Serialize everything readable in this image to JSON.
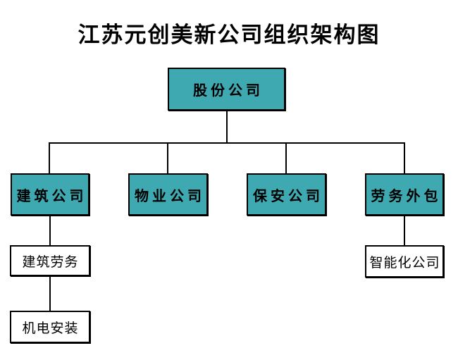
{
  "title": "江苏元创美新公司组织架构图",
  "org_chart": {
    "root": {
      "label": "股份公司"
    },
    "departments": [
      {
        "label": "建筑公司"
      },
      {
        "label": "物业公司"
      },
      {
        "label": "保安公司"
      },
      {
        "label": "劳务外包"
      }
    ],
    "construction_subsidiaries": [
      {
        "label": "建筑劳务"
      },
      {
        "label": "机电安装"
      }
    ],
    "outsourcing_subsidiaries": [
      {
        "label": "智能化公司"
      }
    ]
  },
  "colors": {
    "department_fill": "#3FA9B1",
    "subsidiary_fill": "#FFFFFF",
    "border": "#000000",
    "connector": "#000000",
    "title_text": "#000000",
    "background": "#FFFFFF"
  }
}
